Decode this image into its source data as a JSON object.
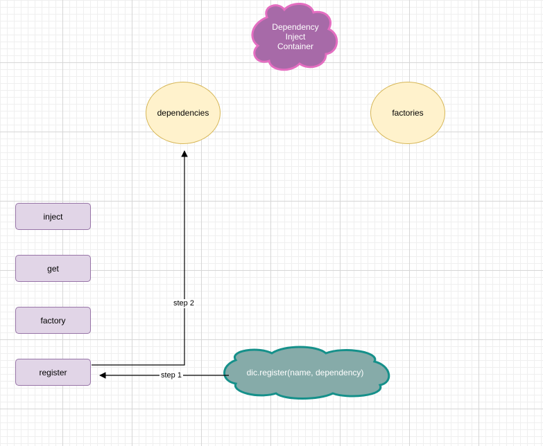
{
  "diagram": {
    "title_cloud": {
      "lines": [
        "Dependency",
        "Inject",
        "Container"
      ],
      "fill": "#a76aa8",
      "stroke": "#e46ec1"
    },
    "stores": [
      {
        "label": "dependencies"
      },
      {
        "label": "factories"
      }
    ],
    "methods": [
      {
        "label": "inject"
      },
      {
        "label": "get"
      },
      {
        "label": "factory"
      },
      {
        "label": "register"
      }
    ],
    "call_cloud": {
      "label": "dic.register(name, dependency)",
      "fill": "#86aba9",
      "stroke": "#15908a"
    },
    "edges": {
      "step1_label": "step 1",
      "step2_label": "step 2"
    }
  }
}
